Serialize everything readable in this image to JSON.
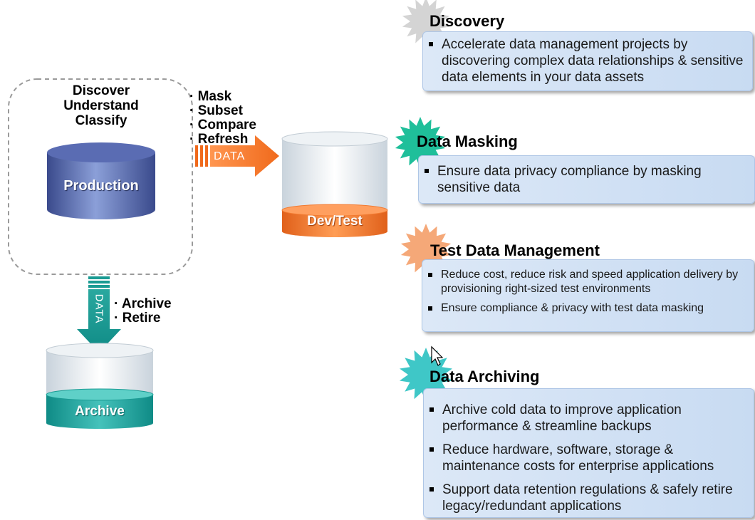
{
  "production_group": {
    "heading_lines": [
      "Discover",
      "Understand",
      "Classify"
    ],
    "cylinder_label": "Production"
  },
  "arrows": {
    "right_label": "DATA",
    "down_label": "DATA",
    "right_ops": [
      "Mask",
      "Subset",
      "Compare",
      "Refresh"
    ],
    "down_ops": [
      "Archive",
      "Retire"
    ]
  },
  "devtest": {
    "label": "Dev/Test"
  },
  "archive": {
    "label": "Archive"
  },
  "sections": [
    {
      "title": "Discovery",
      "burst_color": "#d4d4d4",
      "items": [
        "Accelerate data management projects by discovering complex data relationships & sensitive data elements in your data assets"
      ]
    },
    {
      "title": "Data Masking",
      "burst_color": "#1fbf9a",
      "items": [
        "Ensure data privacy compliance by masking sensitive data"
      ]
    },
    {
      "title": "Test Data Management",
      "burst_color": "#f5a878",
      "items": [
        "Reduce cost, reduce risk and speed application delivery by provisioning right-sized test environments",
        "Ensure compliance & privacy with test data masking"
      ]
    },
    {
      "title": "Data Archiving",
      "burst_color": "#3fc7c7",
      "items": [
        "Archive cold data to improve application performance & streamline backups",
        "Reduce hardware, software, storage & maintenance costs for enterprise applications",
        "Support data retention regulations & safely retire legacy/redundant applications"
      ]
    }
  ]
}
